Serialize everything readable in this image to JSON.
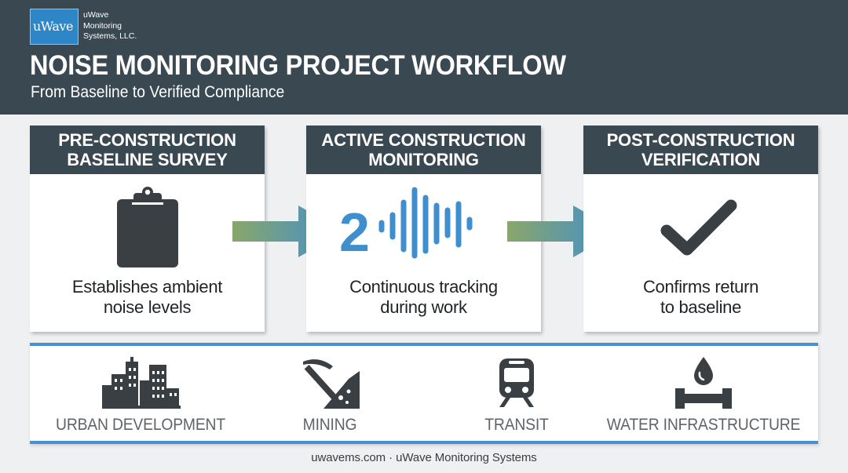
{
  "header": {
    "logo_text": "uWave",
    "company_lines": [
      "uWave",
      "Monitoring",
      "Systems, LLC."
    ],
    "title": "NOISE MONITORING PROJECT WORKFLOW",
    "subtitle": "From Baseline to Verified Compliance"
  },
  "stages": [
    {
      "title_lines": [
        "PRE-CONSTRUCTION",
        "BASELINE SURVEY"
      ],
      "icon": "clipboard-icon",
      "description_lines": [
        "Establishes ambient",
        "noise levels"
      ]
    },
    {
      "title_lines": [
        "ACTIVE CONSTRUCTION",
        "MONITORING"
      ],
      "icon": "sound-wave-icon",
      "icon_digit": "2",
      "description_lines": [
        "Continuous tracking",
        "during work"
      ]
    },
    {
      "title_lines": [
        "POST-CONSTRUCTION",
        "VERIFICATION"
      ],
      "icon": "checkmark-icon",
      "description_lines": [
        "Confirms return",
        "to baseline"
      ]
    }
  ],
  "sectors": [
    {
      "label": "URBAN DEVELOPMENT",
      "icon": "city-buildings-icon"
    },
    {
      "label": "MINING",
      "icon": "pickaxe-icon"
    },
    {
      "label": "TRANSIT",
      "icon": "train-icon"
    },
    {
      "label": "WATER INFRASTRUCTURE",
      "icon": "water-pipe-icon"
    }
  ],
  "footer": "uwavems.com · uWave Monitoring Systems",
  "colors": {
    "header_bg": "#3a4851",
    "accent_blue": "#4b8fd3",
    "logo_blue": "#2f86c7",
    "arrow_start": "#8aa66a",
    "arrow_end": "#3f8fcf",
    "icon_dark": "#3a3f44",
    "page_bg": "#eef0f2"
  }
}
